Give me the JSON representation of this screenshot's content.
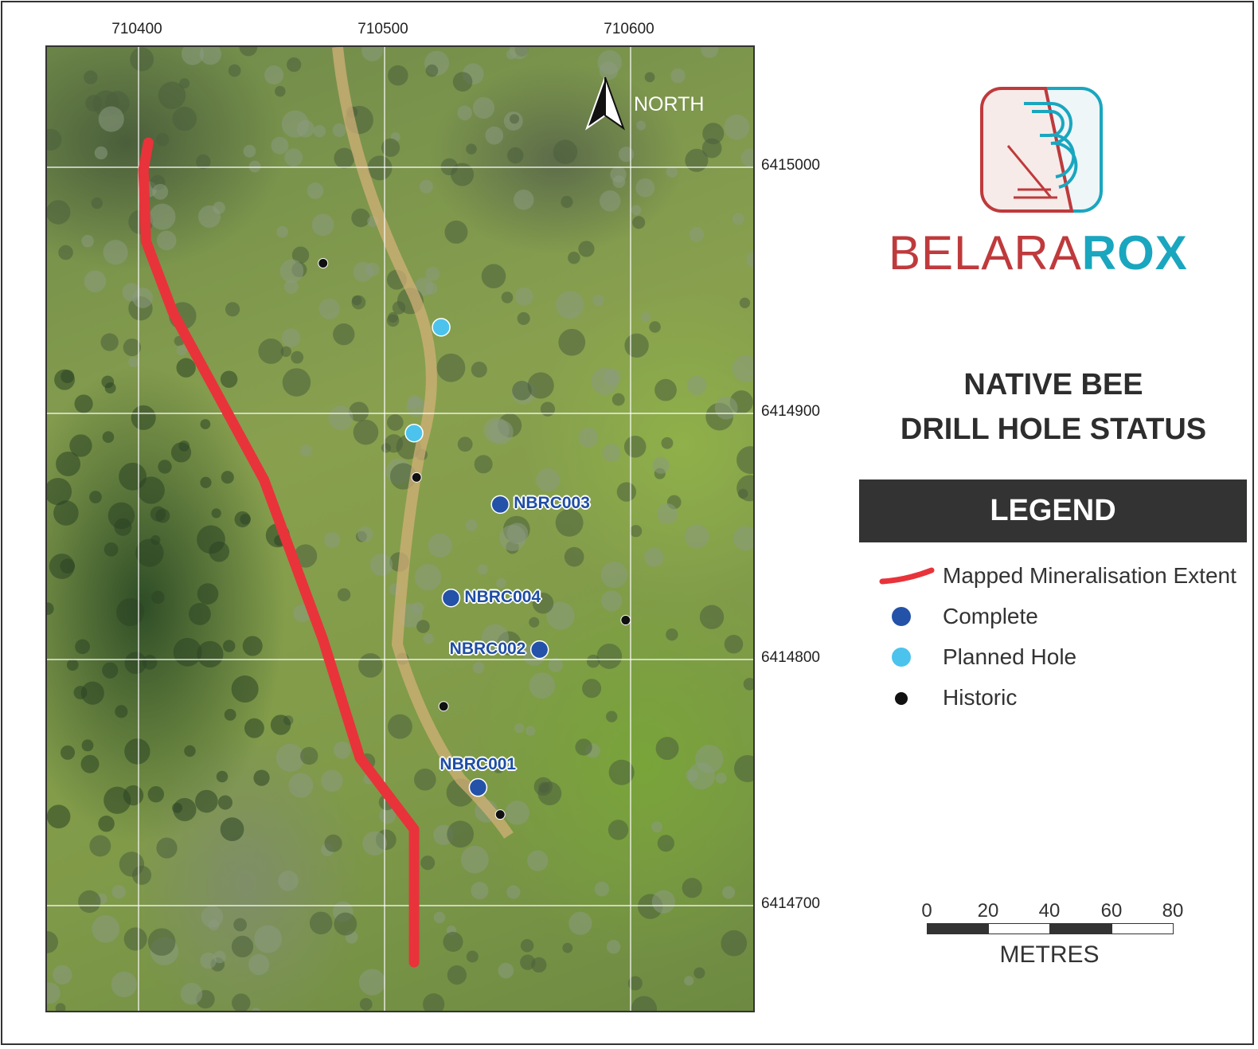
{
  "map": {
    "x_ticks": [
      "710400",
      "710500",
      "710600"
    ],
    "y_ticks": [
      "6415000",
      "6414900",
      "6414800",
      "6414700"
    ],
    "grid_eastings": [
      710400,
      710500,
      710600
    ],
    "grid_northings": [
      6415000,
      6414900,
      6414800,
      6414700
    ],
    "north_label": "NORTH",
    "mineralisation_color": "#e8333a",
    "mineralisation_extent": [
      [
        710404,
        6415010
      ],
      [
        710402,
        6414999
      ],
      [
        710403,
        6414970
      ],
      [
        710414,
        6414941
      ],
      [
        710451,
        6414873
      ],
      [
        710475,
        6414808
      ],
      [
        710490,
        6414760
      ],
      [
        710512,
        6414731
      ],
      [
        710512,
        6414677
      ]
    ],
    "holes": [
      {
        "status": "complete",
        "label": "NBRC003",
        "easting": 710547,
        "northing": 6414863,
        "label_side": "right"
      },
      {
        "status": "complete",
        "label": "NBRC004",
        "easting": 710527,
        "northing": 6414825,
        "label_side": "right"
      },
      {
        "status": "complete",
        "label": "NBRC002",
        "easting": 710563,
        "northing": 6414804,
        "label_side": "left"
      },
      {
        "status": "complete",
        "label": "NBRC001",
        "easting": 710538,
        "northing": 6414748,
        "label_side": "top"
      },
      {
        "status": "planned",
        "label": "",
        "easting": 710523,
        "northing": 6414935
      },
      {
        "status": "planned",
        "label": "",
        "easting": 710512,
        "northing": 6414892
      },
      {
        "status": "historic",
        "label": "",
        "easting": 710475,
        "northing": 6414961
      },
      {
        "status": "historic",
        "label": "",
        "easting": 710513,
        "northing": 6414874
      },
      {
        "status": "historic",
        "label": "",
        "easting": 710598,
        "northing": 6414816
      },
      {
        "status": "historic",
        "label": "",
        "easting": 710524,
        "northing": 6414781
      },
      {
        "status": "historic",
        "label": "",
        "easting": 710547,
        "northing": 6414737
      }
    ],
    "status_colors": {
      "complete": "#2452a8",
      "planned": "#4cc3ec",
      "historic": "#111111"
    }
  },
  "brand": {
    "part1": "BELARA",
    "part2": "ROX",
    "red": "#bf3a3c",
    "teal": "#1aa6bf"
  },
  "title": {
    "line1": "NATIVE BEE",
    "line2": "DRILL HOLE STATUS"
  },
  "legend": {
    "heading": "LEGEND",
    "items": [
      {
        "label": "Mapped Mineralisation Extent"
      },
      {
        "label": "Complete"
      },
      {
        "label": "Planned Hole"
      },
      {
        "label": "Historic"
      }
    ]
  },
  "scale": {
    "labels": [
      "0",
      "20",
      "40",
      "60",
      "80"
    ],
    "unit": "METRES"
  }
}
